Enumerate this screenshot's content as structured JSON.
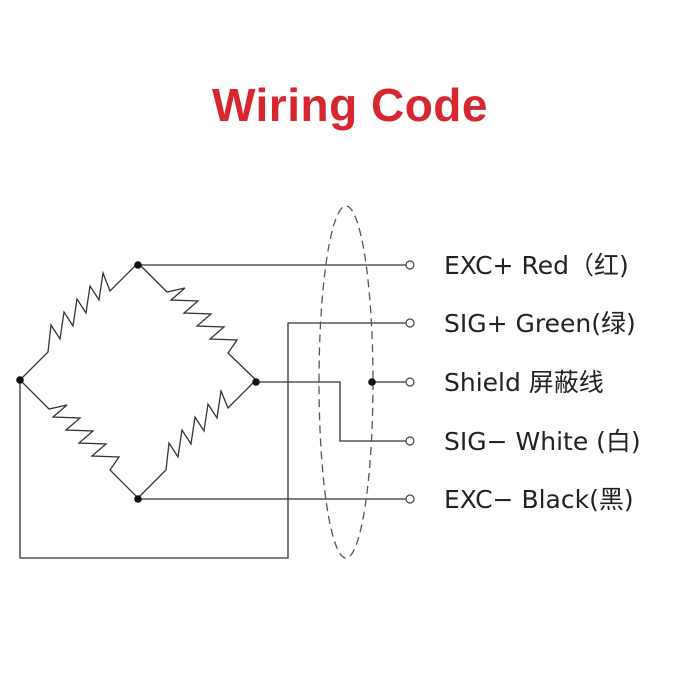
{
  "title": "Wiring Code",
  "colors": {
    "title": "#d7262e",
    "line": "#333333"
  },
  "wires": [
    {
      "label": "EXC+ Red（红)"
    },
    {
      "label": "SIG+ Green(绿)"
    },
    {
      "label": "Shield 屏蔽线"
    },
    {
      "label": "SIG− White (白)"
    },
    {
      "label": "EXC− Black(黑)"
    }
  ]
}
